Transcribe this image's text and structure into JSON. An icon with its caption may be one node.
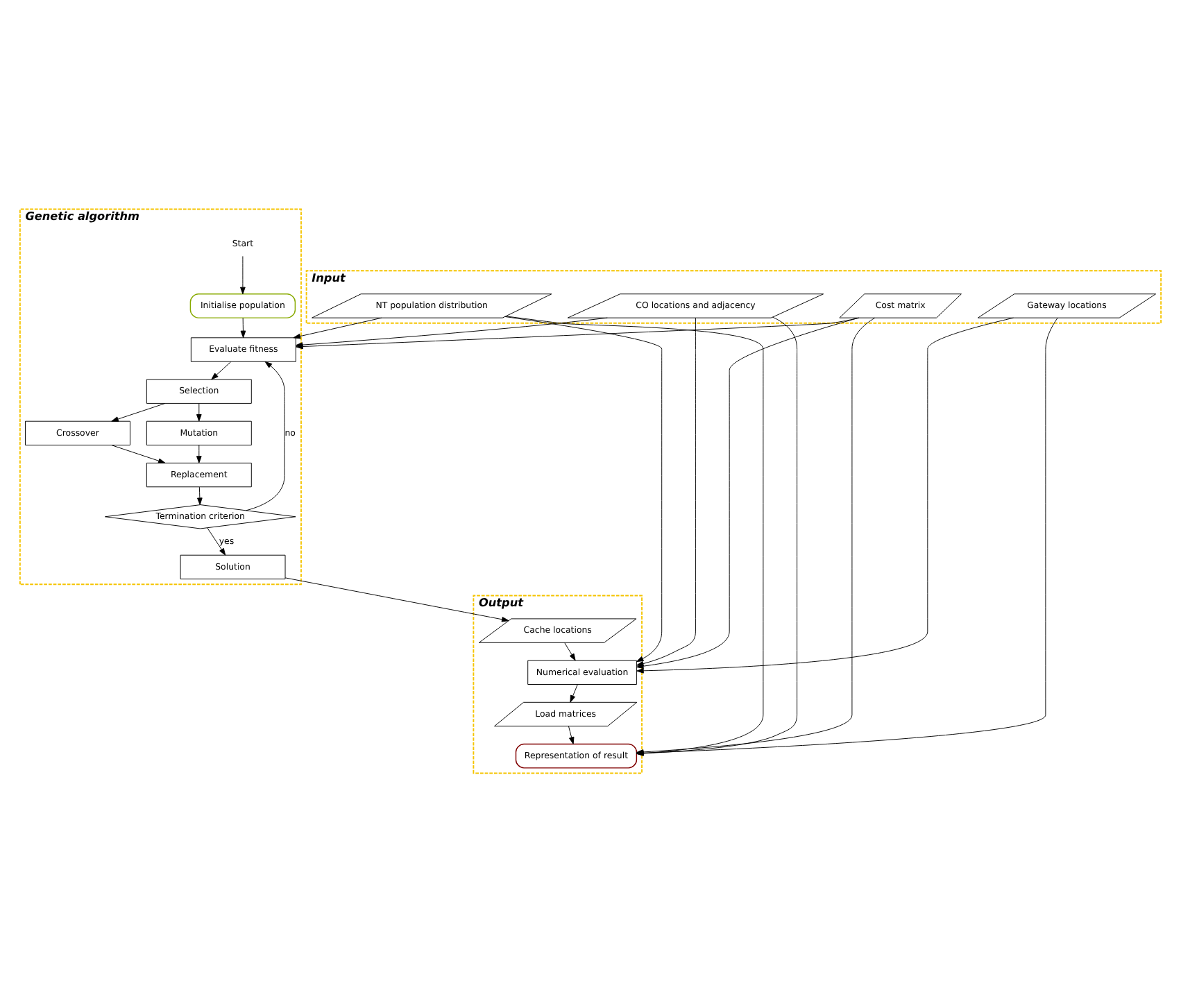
{
  "diagram": {
    "nodes": [
      {
        "text": [
          "Input"
        ]
      },
      {
        "text": [
          "NT population distribution"
        ],
        "in": 0
      },
      {
        "text": [
          "CO locations and adjacency"
        ],
        "in": 0
      },
      {
        "text": [
          "Cost matrix"
        ],
        "in": 0
      },
      {
        "text": [
          "Gateway locations"
        ],
        "in": 0
      },
      {
        "text": [
          "Genetic algorithm"
        ]
      },
      {
        "text": [
          "Initialise population"
        ],
        "in": 5
      },
      {
        "text": [
          "Start"
        ],
        "in": 5
      },
      {
        "text": [
          "Evaluate fitness"
        ],
        "in": 5
      },
      {
        "text": [
          "Selection"
        ],
        "in": 5
      },
      {
        "text": [
          "Crossover"
        ],
        "in": 5
      },
      {
        "text": [
          "Mutation"
        ],
        "in": 5
      },
      {
        "text": [
          "Replacement"
        ],
        "in": 5
      },
      {
        "text": [
          "Termination criterion"
        ],
        "in": 5
      },
      {
        "text": [
          "Solution"
        ],
        "in": 5
      },
      {
        "text": [
          "Output"
        ]
      },
      {
        "text": [
          "Representation of result"
        ],
        "in": 15
      },
      {
        "text": [
          "Load matrices"
        ],
        "in": 15
      },
      {
        "text": [
          "Numerical evaluation"
        ],
        "in": 15
      },
      {
        "text": [
          "Cache locations"
        ],
        "in": 15
      }
    ],
    "edges": [
      {
        "from": 7,
        "to": 6,
        "arrow": "to"
      },
      {
        "from": 6,
        "to": 8,
        "arrow": "to"
      },
      {
        "from": 1,
        "to": 8,
        "arrow": "to"
      },
      {
        "from": 2,
        "to": 8,
        "arrow": "to"
      },
      {
        "from": 3,
        "to": 8,
        "arrow": "to"
      },
      {
        "from": 8,
        "to": 9,
        "arrow": "to"
      },
      {
        "from": 9,
        "to": 10,
        "arrow": "to"
      },
      {
        "from": 9,
        "to": 11,
        "arrow": "to"
      },
      {
        "from": 10,
        "to": 12,
        "arrow": "to"
      },
      {
        "from": 11,
        "to": 12,
        "arrow": "to"
      },
      {
        "from": 12,
        "to": 13,
        "arrow": "to"
      },
      {
        "from": 13,
        "to": 8,
        "label": "no",
        "arrow": "to"
      },
      {
        "from": 13,
        "to": 14,
        "label": "yes",
        "arrow": "to"
      },
      {
        "from": 14,
        "to": 19,
        "arrow": "to"
      },
      {
        "from": 19,
        "to": 18,
        "arrow": "to"
      },
      {
        "from": 18,
        "to": 17,
        "arrow": "to"
      },
      {
        "from": 17,
        "to": 16,
        "arrow": "to"
      },
      {
        "from": 1,
        "to": 16,
        "arrow": "to"
      },
      {
        "from": 2,
        "to": 16,
        "arrow": "to"
      },
      {
        "from": 3,
        "to": 16,
        "arrow": "to"
      },
      {
        "from": 4,
        "to": 16,
        "arrow": "to"
      },
      {
        "from": 1,
        "to": 18,
        "arrow": "to"
      },
      {
        "from": 2,
        "to": 18,
        "arrow": "to"
      },
      {
        "from": 3,
        "to": 18,
        "arrow": "to"
      },
      {
        "from": 4,
        "to": 18,
        "arrow": "to"
      }
    ]
  }
}
